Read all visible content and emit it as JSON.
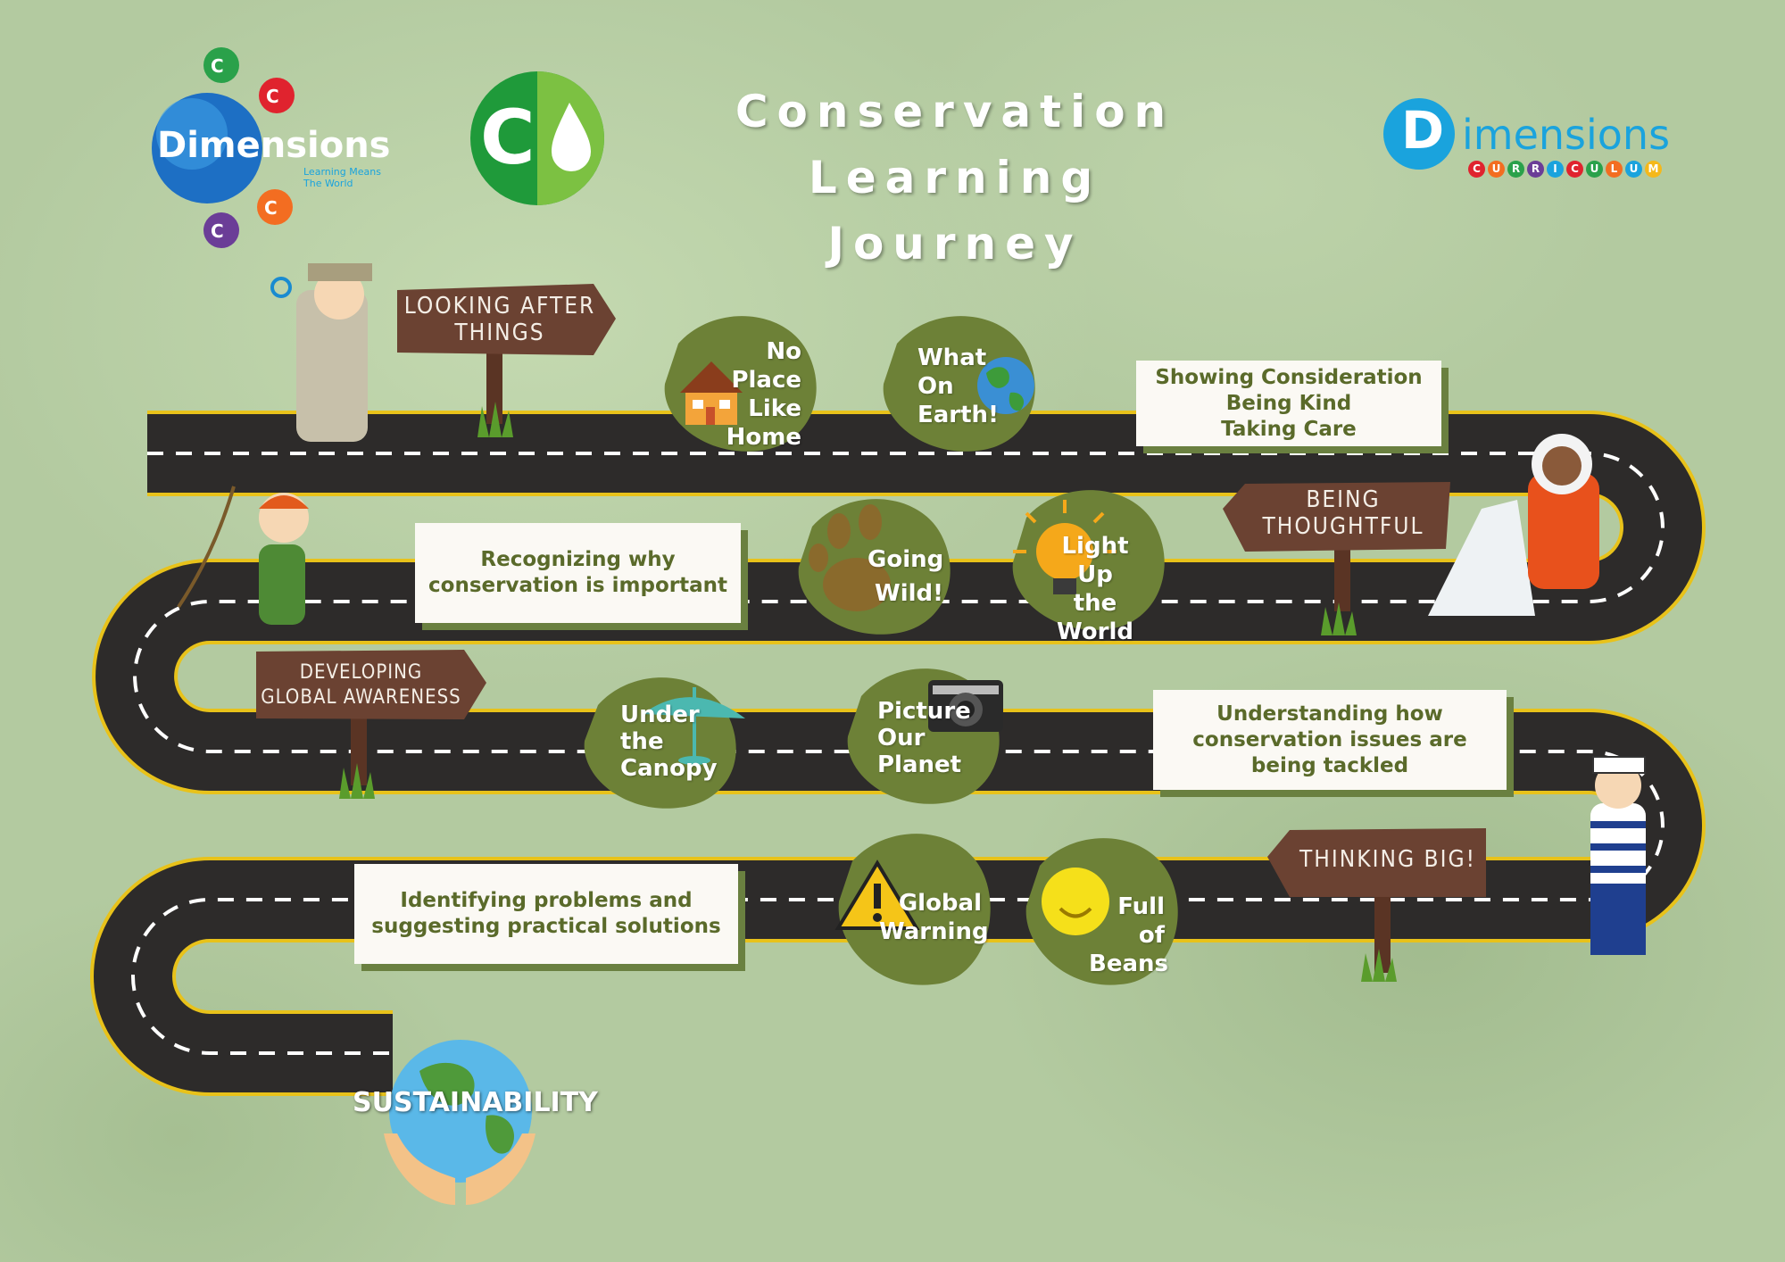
{
  "title": {
    "line1": "Conservation Learning",
    "line2": "Journey"
  },
  "logos": {
    "left": {
      "name": "Dimensions",
      "tagline_line1": "Learning Means",
      "tagline_line2": "The World"
    },
    "right": {
      "name_initial": "D",
      "name_rest": "imensions",
      "subtitle_letters": [
        "C",
        "U",
        "R",
        "R",
        "I",
        "C",
        "U",
        "L",
        "U",
        "M"
      ]
    }
  },
  "signs": {
    "looking_after_line1": "LOOKING AFTER",
    "looking_after_line2": "THINGS",
    "being_thoughtful_line1": "BEING",
    "being_thoughtful_line2": "THOUGHTFUL",
    "developing_line1": "DEVELOPING",
    "developing_line2": "GLOBAL AWARENESS",
    "thinking_big": "THINKING BIG!"
  },
  "banners": {
    "consideration_line1": "Showing Consideration",
    "consideration_line2": "Being Kind",
    "consideration_line3": "Taking Care",
    "recognizing_line1": "Recognizing why",
    "recognizing_line2": "conservation is important",
    "understanding_line1": "Understanding how",
    "understanding_line2": "conservation issues are",
    "understanding_line3": "being tackled",
    "identifying_line1": "Identifying problems and",
    "identifying_line2": "suggesting practical solutions"
  },
  "topics": {
    "no_place": [
      "No Place",
      "Like",
      "Home"
    ],
    "what_on_earth": [
      "What",
      "On",
      "Earth!"
    ],
    "going_wild": [
      "Going",
      "Wild!"
    ],
    "light_up": [
      "Light Up",
      "the",
      "World"
    ],
    "under_canopy": [
      "Under",
      "the",
      "Canopy"
    ],
    "picture_planet": [
      "Picture",
      "Our",
      "Planet"
    ],
    "global_warning": [
      "Global",
      "Warning"
    ],
    "full_of_beans": [
      "Full of",
      "Beans"
    ]
  },
  "destination": "SUSTAINABILITY",
  "colors": {
    "background": "#b3caa0",
    "road": "#2d2b2a",
    "road_edge": "#e8c21a",
    "blob": "#6d8137",
    "banner_text": "#5a6a2a",
    "sign_wood": "#6b4232",
    "logo_green_dark": "#1f9a3a",
    "logo_green_light": "#7cc142",
    "logo_blue": "#1aa3dd"
  }
}
